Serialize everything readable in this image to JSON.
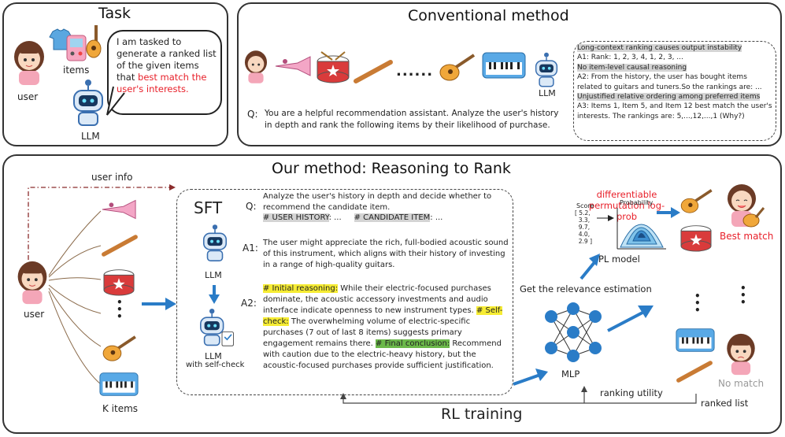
{
  "task": {
    "title": "Task",
    "items_label": "items",
    "user_label": "user",
    "llm_label": "LLM",
    "speech_prefix": "I am tasked to generate a ranked list of the given items that ",
    "speech_highlight": "best match the user's interests."
  },
  "conventional": {
    "title": "Conventional method",
    "ellipsis": "......",
    "llm_label": "LLM",
    "q_label": "Q:",
    "q_text": "You are a helpful recommendation assistant. Analyze the user's history in depth and rank the following items by their likelihood of purchase.",
    "box_line1": "Long-context ranking causes output instability",
    "box_line2": "A1: Rank: 1, 2, 3, 4, 1, 2, 3, ...",
    "box_line3": "No item-level causal reasoning",
    "box_line4": "A2: From the history, the user has bought items related to guitars and tuners.So the rankings are: ...",
    "box_line5": "Unjustified relative ordering among preferred items",
    "box_line6": "A3: Items 1, Item 5, and Item 12 best match the user's interests. The rankings are: 5,...,12,...,1 (Why?)"
  },
  "ours": {
    "title": "Our method: Reasoning to Rank",
    "user_info": "user info",
    "user_label": "user",
    "k_items": "K items",
    "dots": "•\n•\n•",
    "sft": "SFT",
    "llm_label": "LLM",
    "llm_self_check": "LLM",
    "with_self_check": "with self-check",
    "q_label": "Q:",
    "q_text": "Analyze the user's history in depth and decide whether to recommend the candidate item.",
    "q_user_history": "# USER HISTORY",
    "q_user_history_tail": ": ...",
    "q_candidate": "# CANDIDATE ITEM",
    "q_candidate_tail": ": ...",
    "a1_label": "A1:",
    "a1_text": "The user might appreciate the rich, full-bodied acoustic sound of this instrument, which aligns with their history of investing in a range of high-quality guitars.",
    "a2_label": "A2:",
    "a2_tag1": "# Initial reasoning:",
    "a2_text1": " While their electric-focused purchases dominate, the acoustic accessory investments and audio interface indicate openness to new instrument types.",
    "a2_tag2": "# Self-check:",
    "a2_text2": " The overwhelming volume of electric-specific purchases (7 out of last 8 items) suggests primary engagement remains there.",
    "a2_tag3": "# Final conclusion:",
    "a2_text3": " Recommend with caution due to the electric-heavy history, but the acoustic-focused purchases provide sufficient justification.",
    "diff_title": "differentiable permutation log-prob",
    "score_label": "Score",
    "score_values": "[ 5.2,\n  3.3,\n  9.7,\n  4.0,\n  2.9 ]",
    "probability_label": "Probability",
    "pl_model": "PL model",
    "relevance": "Get the relevance estimation",
    "mlp": "MLP",
    "ranking_utility": "ranking utility",
    "ranked_list": "ranked list",
    "rl_training": "RL training",
    "best_match": "Best match",
    "no_match": "No match"
  },
  "colors": {
    "accent_blue": "#2a7cc7",
    "highlight_red": "#e8202a",
    "highlight_yellow": "#f6ec34",
    "highlight_green": "#6bb84a",
    "highlight_grey": "#d4d4d4"
  }
}
